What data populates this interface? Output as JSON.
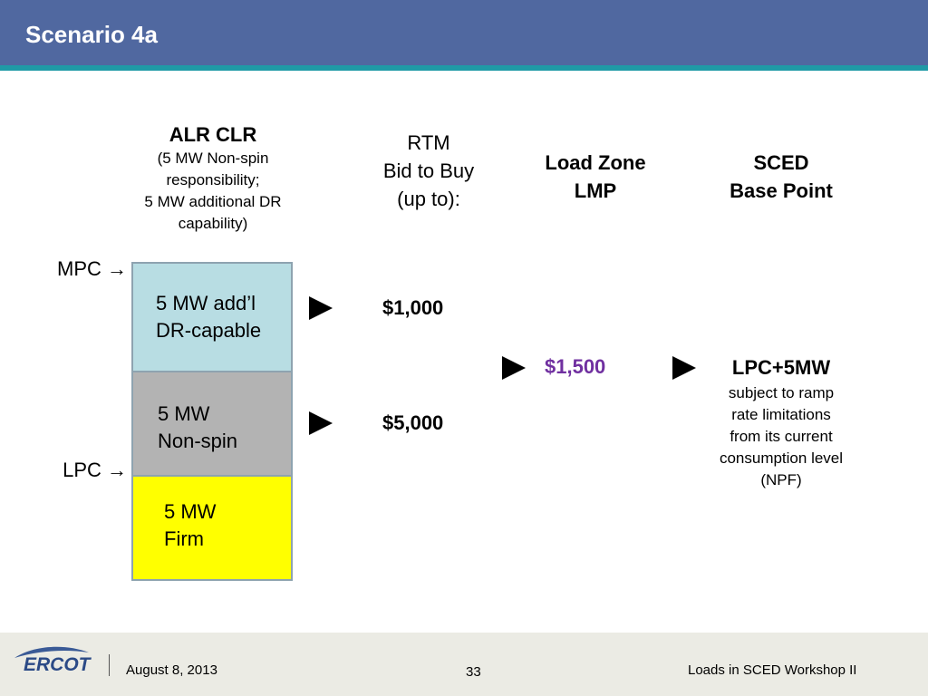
{
  "header": {
    "title": "Scenario 4a"
  },
  "alr": {
    "heading": "ALR CLR",
    "sub_lines": [
      "(5 MW Non-spin",
      "responsibility;",
      "5 MW additional DR",
      "capability)"
    ]
  },
  "rtm": {
    "lines": [
      "RTM",
      "Bid to Buy",
      "(up to):"
    ]
  },
  "lmp": {
    "lines": [
      "Load Zone",
      "LMP"
    ]
  },
  "sced": {
    "lines": [
      "SCED",
      "Base Point"
    ]
  },
  "markers": {
    "mpc": "MPC →",
    "lpc": "LPC →"
  },
  "blocks": [
    {
      "lines": [
        "5 MW add’l",
        "DR-capable"
      ],
      "color": "#b8dde3"
    },
    {
      "lines": [
        "5 MW",
        "Non-spin"
      ],
      "color": "#b3b3b3"
    },
    {
      "lines": [
        "5 MW",
        "Firm"
      ],
      "color": "#ffff00"
    }
  ],
  "prices": {
    "top": "$1,000",
    "middle": "$5,000"
  },
  "lmp_value": {
    "text": "$1,500",
    "color": "#7030a0"
  },
  "base_point": {
    "heading": "LPC+5MW",
    "lines": [
      "subject to ramp",
      "rate limitations",
      "from its current",
      "consumption level",
      "(NPF)"
    ]
  },
  "footer": {
    "logo_text": "ERCOT",
    "date": "August 8, 2013",
    "page": "33",
    "event": "Loads in SCED Workshop II"
  }
}
